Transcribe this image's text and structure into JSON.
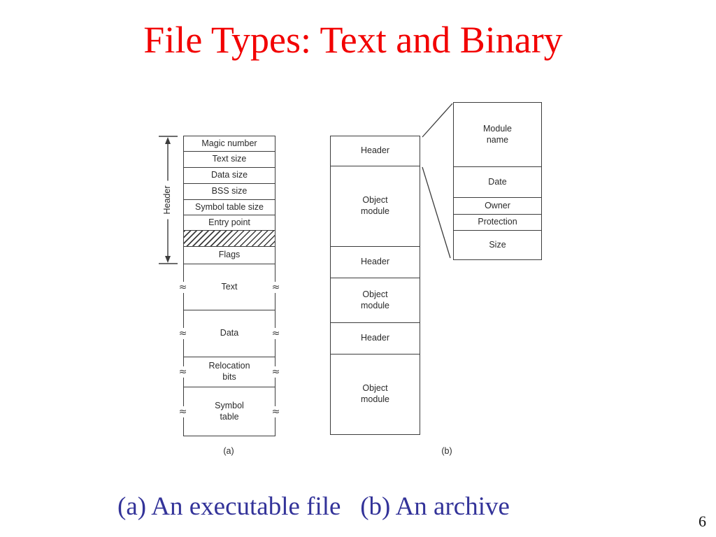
{
  "slide": {
    "title": "File Types: Text and Binary",
    "caption": "(a) An executable file   (b) An archive",
    "page_number": "6",
    "title_color": "#f20000",
    "caption_color": "#333399",
    "line_color": "#3c3c3c"
  },
  "icons": {
    "break_mark_glyph": "≈"
  },
  "executable": {
    "bracket_label": "Header",
    "figure_label": "(a)",
    "header_rows": [
      {
        "label": "Magic number"
      },
      {
        "label": "Text size"
      },
      {
        "label": "Data size"
      },
      {
        "label": "BSS size"
      },
      {
        "label": "Symbol table size"
      },
      {
        "label": "Entry point"
      },
      {
        "label": "",
        "hatched": true
      },
      {
        "label": "Flags"
      }
    ],
    "section_rows": [
      {
        "label": "Text"
      },
      {
        "label": "Data"
      },
      {
        "label": "Relocation\nbits"
      },
      {
        "label": "Symbol\ntable"
      }
    ]
  },
  "archive": {
    "figure_label": "(b)",
    "rows": [
      {
        "label": "Header"
      },
      {
        "label": "Object\nmodule"
      },
      {
        "label": "Header"
      },
      {
        "label": "Object\nmodule"
      },
      {
        "label": "Header"
      },
      {
        "label": "Object\nmodule"
      }
    ]
  },
  "header_detail": {
    "rows": [
      {
        "label": "Module\nname"
      },
      {
        "label": "Date"
      },
      {
        "label": "Owner"
      },
      {
        "label": "Protection"
      },
      {
        "label": "Size"
      }
    ]
  }
}
